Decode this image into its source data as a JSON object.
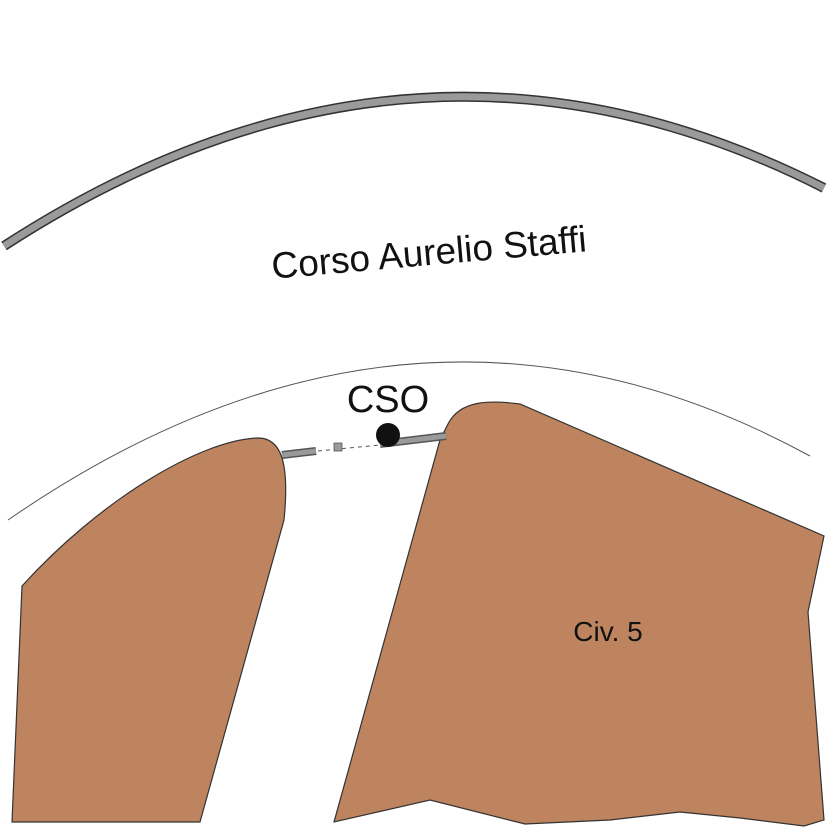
{
  "map": {
    "street_name": "Corso Aurelio Staffi",
    "point_label": "CSO",
    "building_label": "Civ. 5"
  },
  "colors": {
    "building": "#bd845f",
    "curb": "#9a9a9a",
    "outline": "#333333",
    "point": "#111111"
  }
}
